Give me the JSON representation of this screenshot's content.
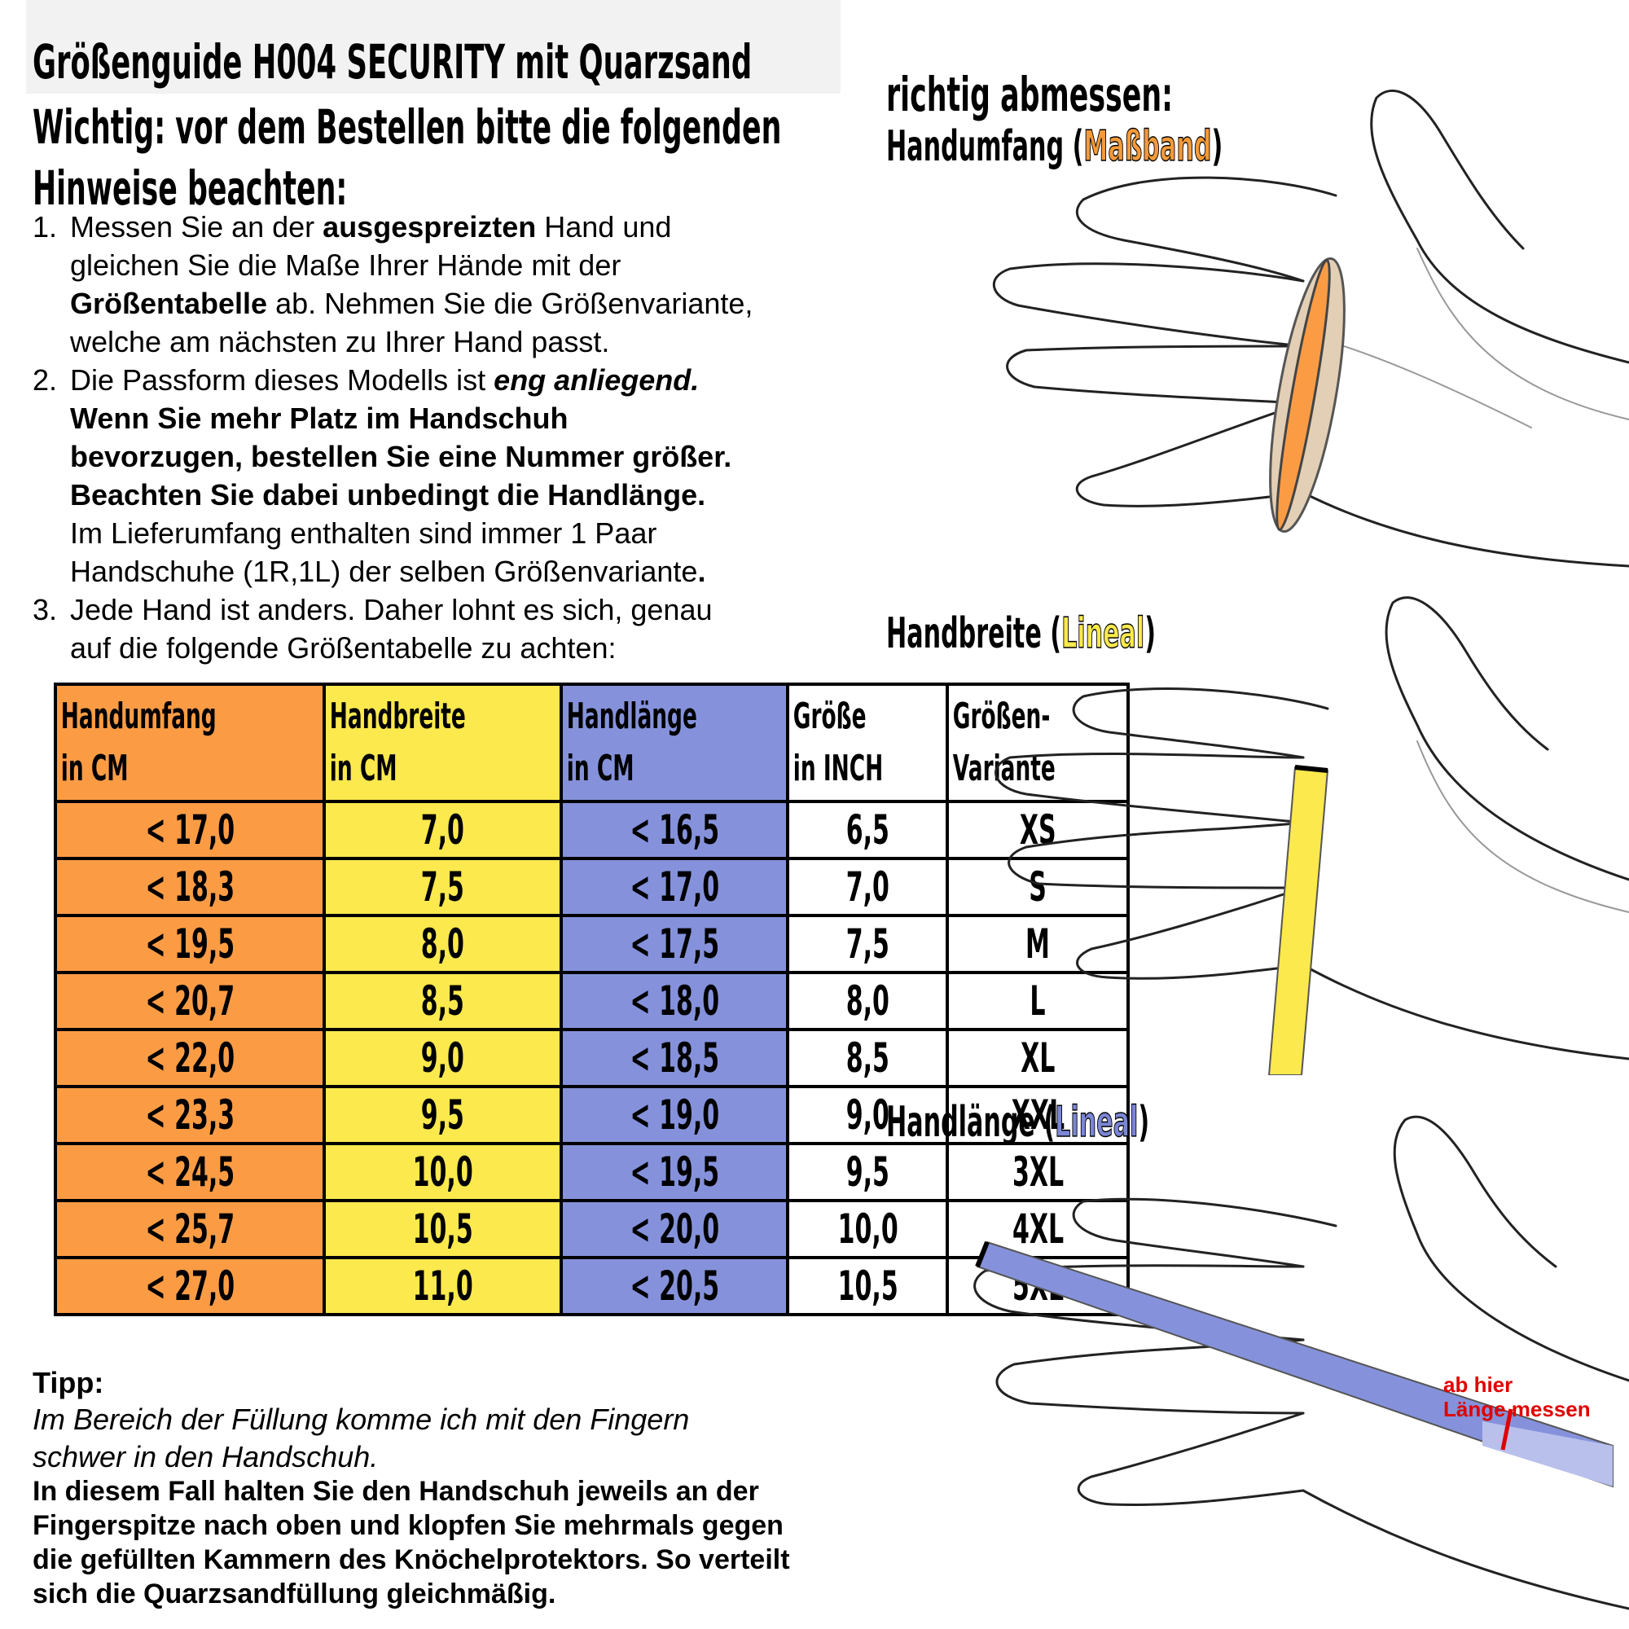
{
  "header": {
    "title": "Größenguide H004 SECURITY mit Quarzsand",
    "subtitle_line1": "Wichtig: vor dem Bestellen bitte die folgenden",
    "subtitle_line2": "Hinweise beachten:"
  },
  "hints": {
    "h1": {
      "num": "1.",
      "a": "Messen Sie an der ",
      "b": "ausgespreizten",
      "c": " Hand und",
      "d": "gleichen Sie die Maße Ihrer Hände mit der",
      "e": "Größentabelle",
      "f": " ab. Nehmen Sie die Größenvariante,",
      "g": "welche am nächsten zu Ihrer Hand passt."
    },
    "h2": {
      "num": "2.",
      "a": "Die Passform dieses Modells ist ",
      "b": "eng anliegend.",
      "c": "Wenn Sie mehr Platz im Handschuh",
      "d": "bevorzugen, bestellen Sie eine Nummer größer.",
      "e": "Beachten Sie dabei unbedingt die Handlänge.",
      "f": "Im Lieferumfang enthalten sind immer 1 Paar",
      "g": "Handschuhe (1R,1L) der selben Größenvariante",
      "h": "."
    },
    "h3": {
      "num": "3.",
      "a": "Jede Hand ist anders. Daher lohnt es sich, genau",
      "b": "auf die folgende Größentabelle zu achten:"
    }
  },
  "table": {
    "headers": [
      {
        "l1": "Handumfang",
        "l2": "in CM"
      },
      {
        "l1": "Handbreite",
        "l2": "in CM"
      },
      {
        "l1": "Handlänge",
        "l2": "in CM"
      },
      {
        "l1": "Größe",
        "l2": "in INCH"
      },
      {
        "l1": "Größen-",
        "l2": "Variante"
      }
    ],
    "rows": [
      [
        "< 17,0",
        "7,0",
        "< 16,5",
        "6,5",
        "XS"
      ],
      [
        "< 18,3",
        "7,5",
        "< 17,0",
        "7,0",
        "S"
      ],
      [
        "< 19,5",
        "8,0",
        "< 17,5",
        "7,5",
        "M"
      ],
      [
        "< 20,7",
        "8,5",
        "< 18,0",
        "8,0",
        "L"
      ],
      [
        "< 22,0",
        "9,0",
        "< 18,5",
        "8,5",
        "XL"
      ],
      [
        "< 23,3",
        "9,5",
        "< 19,0",
        "9,0",
        "XXL"
      ],
      [
        "< 24,5",
        "10,0",
        "< 19,5",
        "9,5",
        "3XL"
      ],
      [
        "< 25,7",
        "10,5",
        "< 20,0",
        "10,0",
        "4XL"
      ],
      [
        "< 27,0",
        "11,0",
        "< 20,5",
        "10,5",
        "5XL"
      ]
    ]
  },
  "tip": {
    "label": "Tipp:",
    "italic_1": "Im Bereich der Füllung komme ich mit den Fingern",
    "italic_2": "schwer in den Handschuh.",
    "bold_1": "In diesem Fall halten Sie den Handschuh jeweils an der",
    "bold_2": "Fingerspitze nach oben und klopfen Sie mehrmals gegen",
    "bold_3": "die gefüllten Kammern des Knöchelprotektors. So verteilt",
    "bold_4": "sich die Quarzsandfüllung gleichmäßig."
  },
  "measure": {
    "heading": "richtig abmessen:",
    "umfang": {
      "name": "Handumfang (",
      "tool": "Maßband",
      "close": ")"
    },
    "breite": {
      "name": "Handbreite (",
      "tool": "Lineal",
      "close": ")"
    },
    "laenge": {
      "name": "Handlänge (",
      "tool": "Lineal",
      "close": ")"
    },
    "note_1": "ab hier",
    "note_2": "Länge messen"
  },
  "colors": {
    "orange": "#fb9c45",
    "yellow": "#fbe94d",
    "blue": "#8592db",
    "note_red": "#e00000"
  }
}
